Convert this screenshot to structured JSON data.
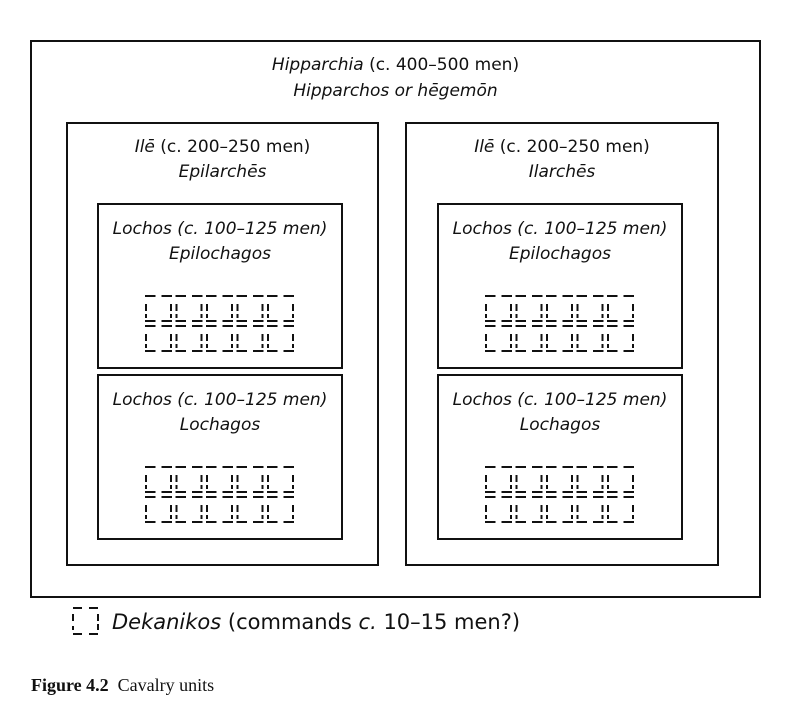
{
  "hipparchia": {
    "name": "Hipparchia",
    "size": " (c. 400–500 men)",
    "commander": "Hipparchos or hēgemōn"
  },
  "ile_left": {
    "name": "Ilē",
    "size": " (c. 200–250 men)",
    "commander": "Epilarchēs"
  },
  "ile_right": {
    "name": "Ilē",
    "size": " (c. 200–250 men)",
    "commander": "Ilarchēs"
  },
  "lochoi": [
    {
      "title": "Lochos (c. 100–125 men)",
      "commander": "Epilochagos"
    },
    {
      "title": "Lochos (c. 100–125 men)",
      "commander": "Lochagos"
    },
    {
      "title": "Lochos (c. 100–125 men)",
      "commander": "Epilochagos"
    },
    {
      "title": "Lochos (c. 100–125 men)",
      "commander": "Lochagos"
    }
  ],
  "legend": {
    "term": "Dekanikos",
    "text_a": " (commands ",
    "text_c": "c.",
    "text_b": " 10–15 men?)"
  },
  "caption": {
    "label": "Figure 4.2",
    "text": "Cavalry units"
  }
}
